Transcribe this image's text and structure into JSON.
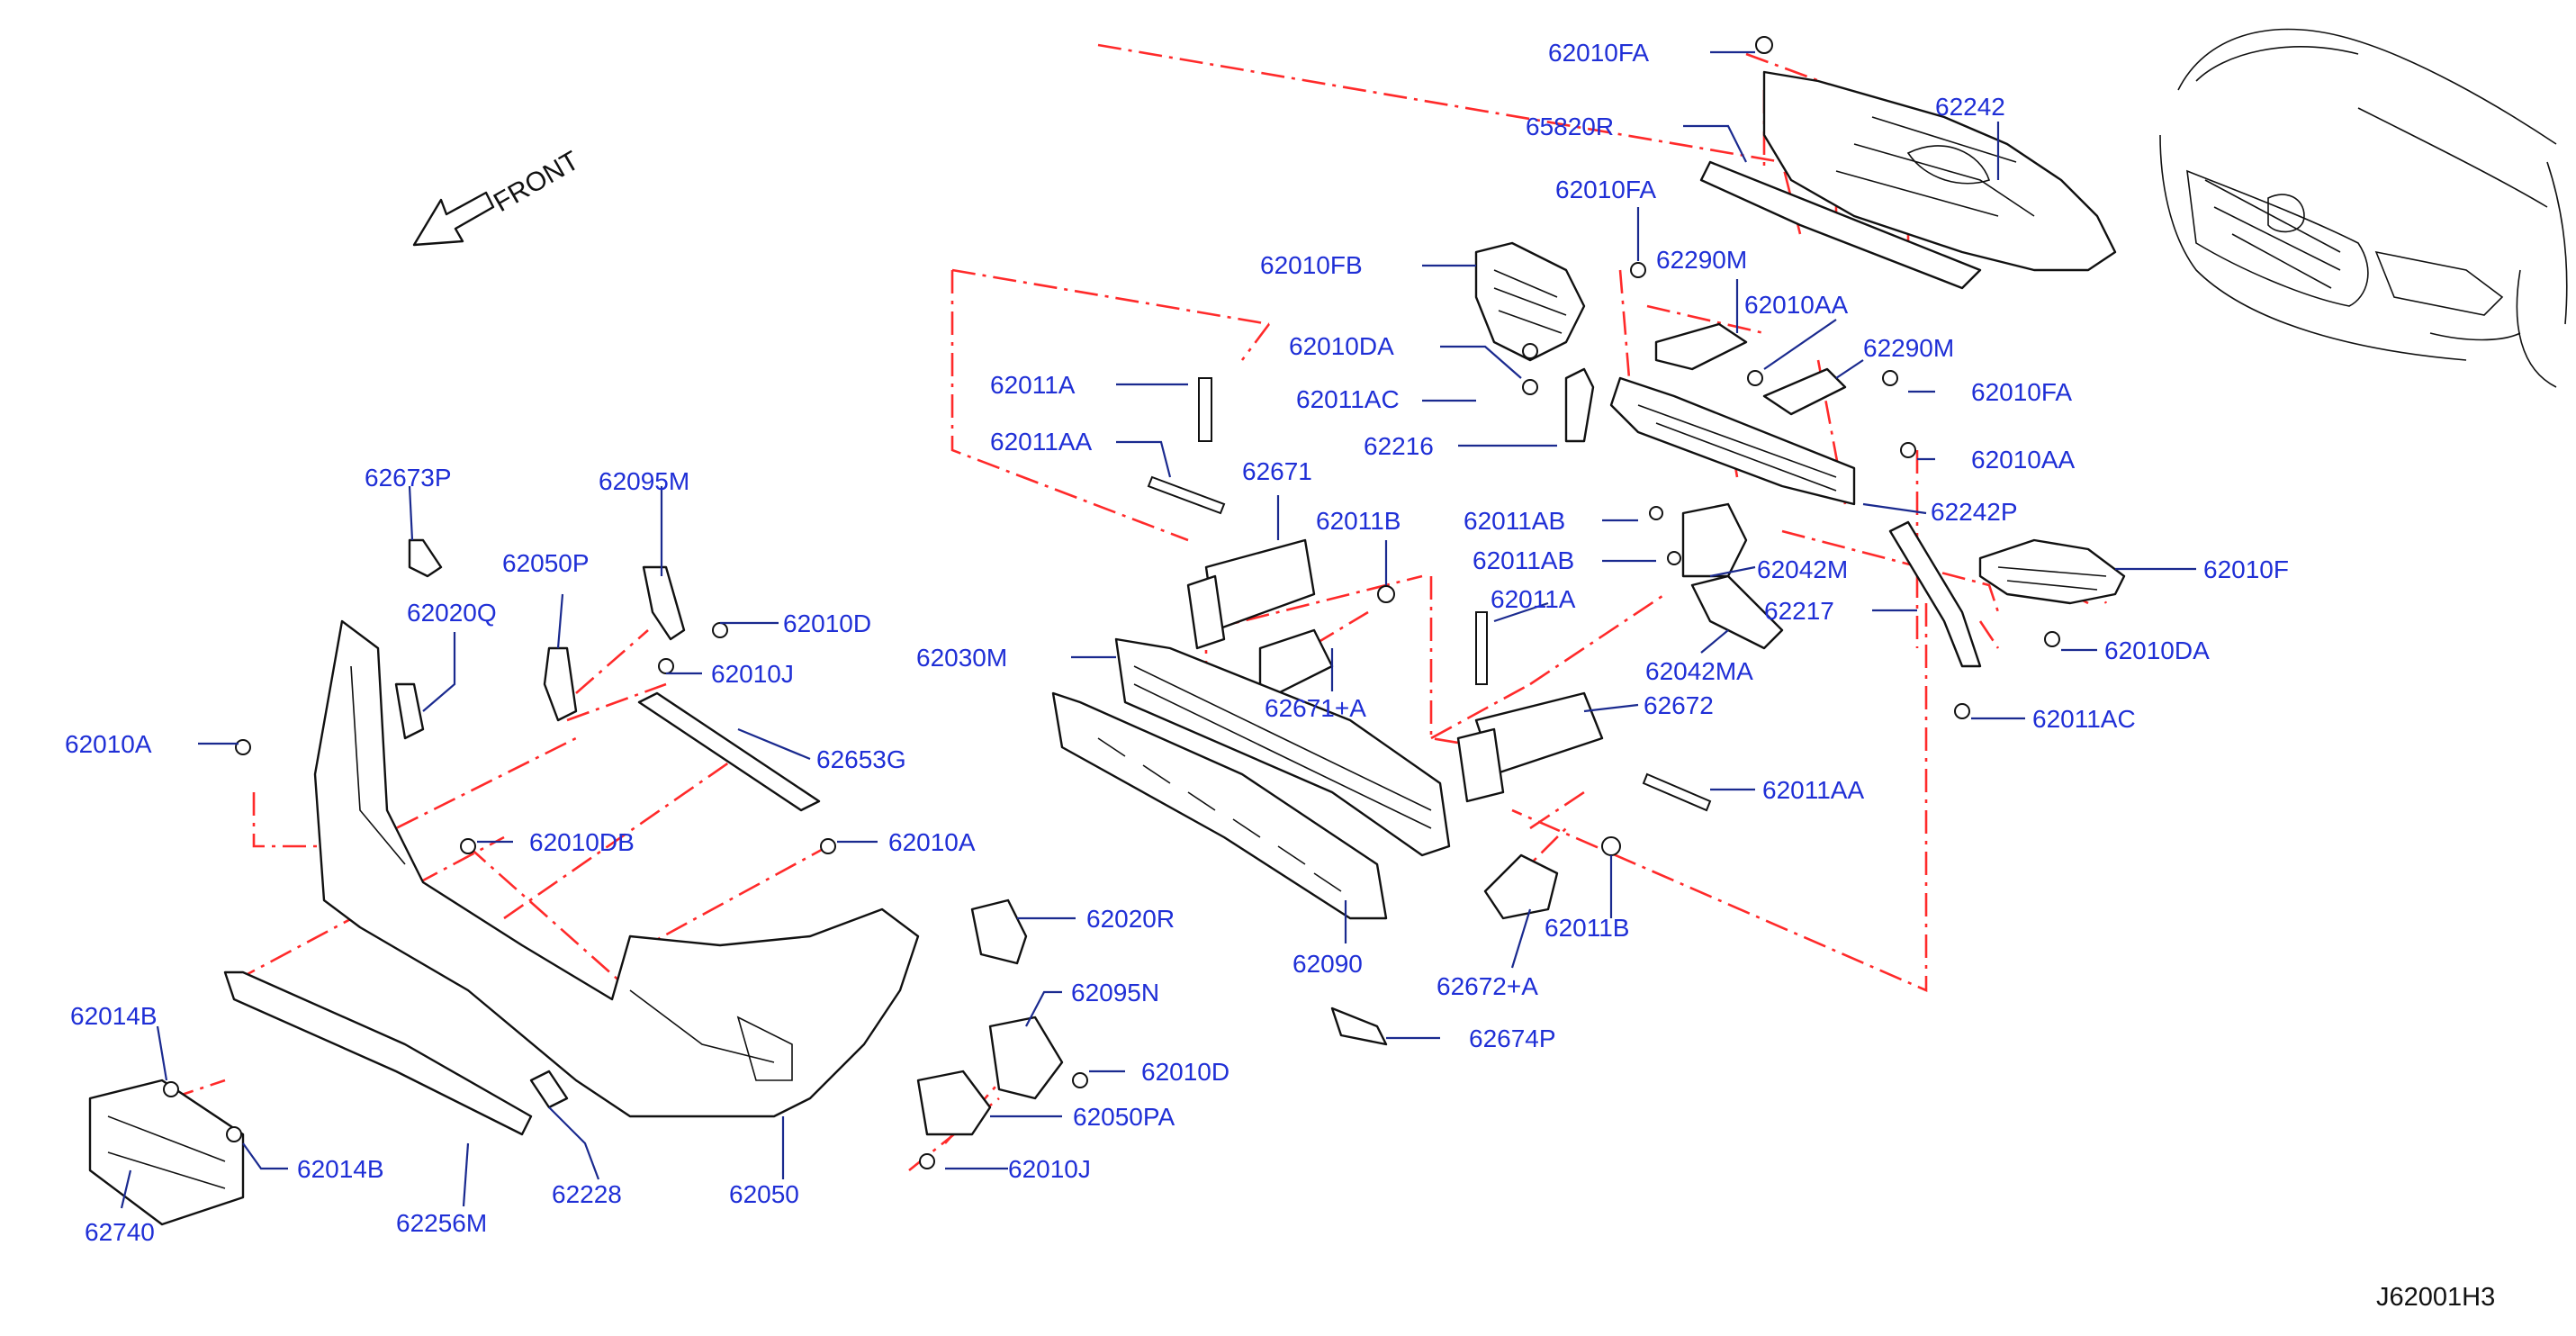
{
  "diagram_id": "J62001H3",
  "direction_label": "FRONT",
  "labels": {
    "p62010FA_a": "62010FA",
    "p65820R": "65820R",
    "p62242": "62242",
    "p62010FA_b": "62010FA",
    "p62010FB": "62010FB",
    "p62290M_a": "62290M",
    "p62010AA_a": "62010AA",
    "p62010DA_a": "62010DA",
    "p62290M_b": "62290M",
    "p62011A_a": "62011A",
    "p62011AC_a": "62011AC",
    "p62010FA_c": "62010FA",
    "p62011AA_a": "62011AA",
    "p62216": "62216",
    "p62010AA_b": "62010AA",
    "p62673P": "62673P",
    "p62095M": "62095M",
    "p62671": "62671",
    "p62011AB_a": "62011AB",
    "p62242P": "62242P",
    "p62011B_a": "62011B",
    "p62050P": "62050P",
    "p62011AB_b": "62011AB",
    "p62042M": "62042M",
    "p62010F": "62010F",
    "p62020Q": "62020Q",
    "p62010D_a": "62010D",
    "p62011A_b": "62011A",
    "p62217": "62217",
    "p62030M": "62030M",
    "p62010J_a": "62010J",
    "p62010DA_b": "62010DA",
    "p62042MA": "62042MA",
    "p62671A": "62671+A",
    "p62672": "62672",
    "p62011AC_b": "62011AC",
    "p62010A_a": "62010A",
    "p62653G": "62653G",
    "p62011AA_b": "62011AA",
    "p62010DB": "62010DB",
    "p62010A_b": "62010A",
    "p62020R": "62020R",
    "p62011B_b": "62011B",
    "p62090": "62090",
    "p62672A": "62672+A",
    "p62014B_a": "62014B",
    "p62095N": "62095N",
    "p62674P": "62674P",
    "p62010D_b": "62010D",
    "p62050PA": "62050PA",
    "p62014B_b": "62014B",
    "p62010J_b": "62010J",
    "p62740": "62740",
    "p62256M": "62256M",
    "p62228": "62228",
    "p62050": "62050"
  },
  "colors": {
    "label": "#1f2fd6",
    "leader": "#1a2a8f",
    "dashed_guide": "#ff2a2a",
    "line_art": "#111111"
  }
}
